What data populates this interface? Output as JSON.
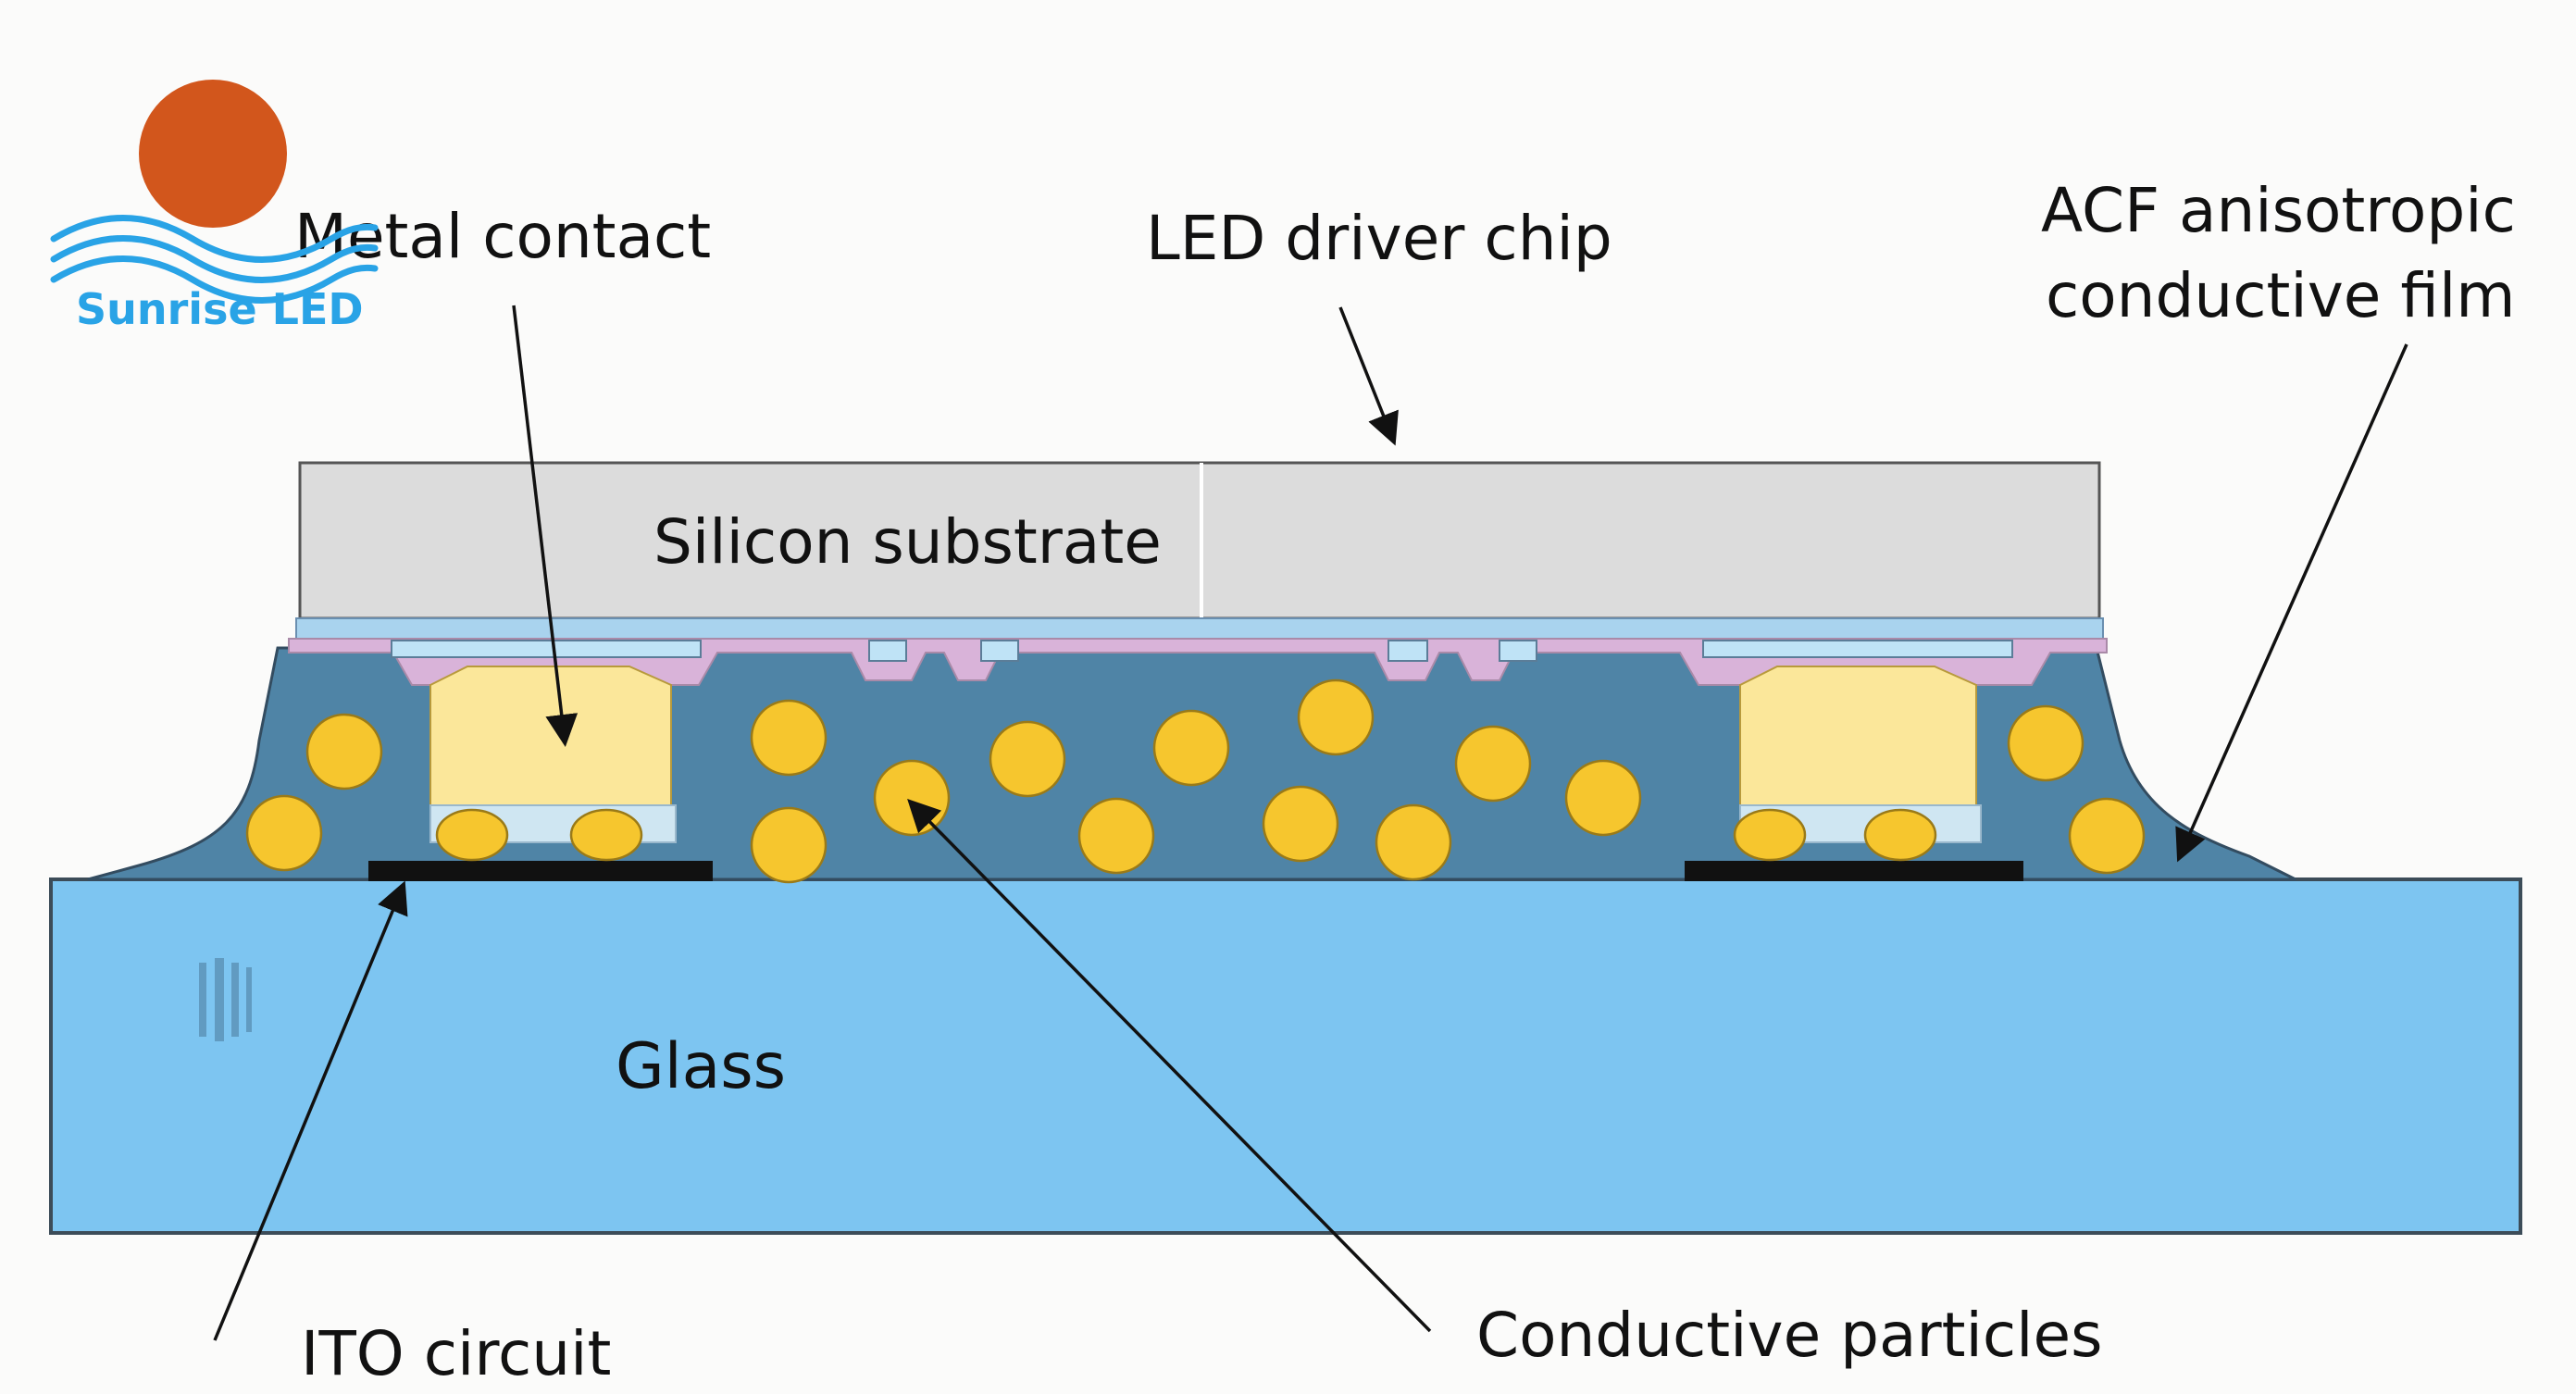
{
  "logo": {
    "text": "Sunrise  LED",
    "sun_color": "#d2561c",
    "wave_color": "#29a3e6"
  },
  "labels": {
    "metal_contact": "Metal contact",
    "led_driver_chip": "LED driver chip",
    "acf_line1": "ACF anisotropic",
    "acf_line2": "conductive film",
    "silicon_substrate": "Silicon substrate",
    "glass": "Glass",
    "ito_circuit": "ITO circuit",
    "conductive_particles": "Conductive particles"
  },
  "colors": {
    "silicon": "#dcdcdc",
    "passivation_blue": "#a9d3ee",
    "passivation_pink": "#d9b3d9",
    "acf_resin": "#4f84a6",
    "gold_bump": "#fbe79a",
    "particle": "#f6c62e",
    "glass": "#7dc5f1",
    "ito": "#111111"
  }
}
